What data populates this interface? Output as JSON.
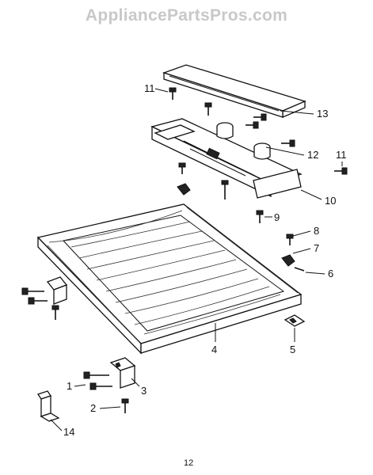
{
  "watermark": "AppliancePartsPros.com",
  "page_number": "12",
  "callouts": {
    "c1": "1",
    "c2": "2",
    "c3": "3",
    "c4": "4",
    "c5": "5",
    "c6": "6",
    "c7": "7",
    "c8": "8",
    "c9": "9",
    "c10": "10",
    "c11a": "11",
    "c11b": "11",
    "c12": "12",
    "c13": "13",
    "c14": "14"
  }
}
